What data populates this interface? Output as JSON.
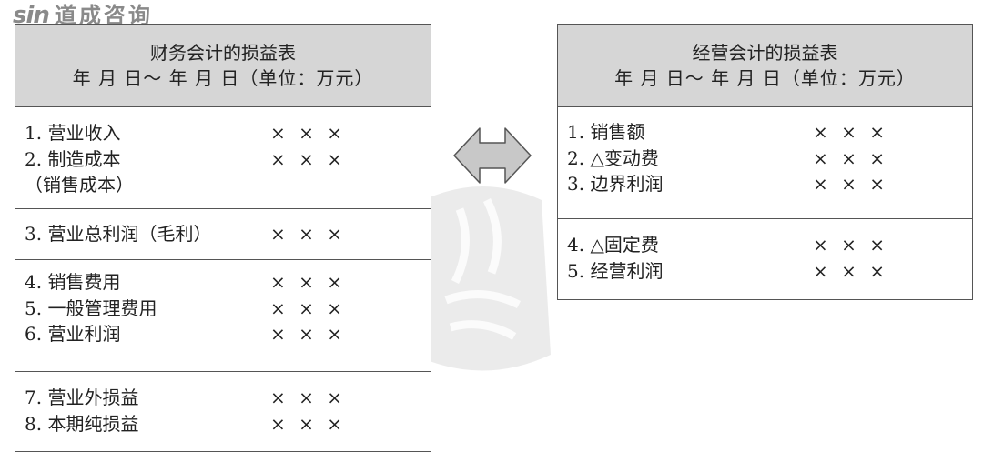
{
  "logo": {
    "mark": "sin",
    "text": "道成咨询"
  },
  "left_table": {
    "title": "财务会计的损益表",
    "subtitle": "年 月 日～ 年 月 日（单位：万元）",
    "sections": [
      {
        "rows": [
          {
            "label": "1. 营业收入",
            "value": "× × ×"
          },
          {
            "label": "2. 制造成本",
            "value": "× × ×"
          },
          {
            "label": "（销售成本）",
            "value": ""
          }
        ]
      },
      {
        "rows": [
          {
            "label": "3. 营业总利润（毛利）",
            "value": "× × ×"
          }
        ]
      },
      {
        "rows": [
          {
            "label": "4. 销售费用",
            "value": "× × ×"
          },
          {
            "label": "5. 一般管理费用",
            "value": "× × ×"
          },
          {
            "label": "6. 营业利润",
            "value": "× × ×"
          }
        ]
      },
      {
        "rows": [
          {
            "label": "7. 营业外损益",
            "value": "× × ×"
          },
          {
            "label": "8. 本期纯损益",
            "value": "× × ×"
          }
        ]
      }
    ]
  },
  "right_table": {
    "title": "经营会计的损益表",
    "subtitle": "年 月 日～ 年 月 日（单位：万元）",
    "sections": [
      {
        "rows": [
          {
            "label": "1. 销售额",
            "value": "× × ×"
          },
          {
            "label": "2. △变动费",
            "value": "× × ×"
          },
          {
            "label": "3. 边界利润",
            "value": "× × ×"
          }
        ]
      },
      {
        "rows": [
          {
            "label": "4. △固定费",
            "value": "× × ×"
          },
          {
            "label": "5. 经营利润",
            "value": "× × ×"
          }
        ]
      }
    ]
  },
  "arrow_icon": "double-arrow-left-right-icon",
  "colors": {
    "header_bg": "#d6d6d6",
    "border": "#555555",
    "arrow_fill": "#c8c8c8",
    "watermark": "#e4e4e4"
  }
}
